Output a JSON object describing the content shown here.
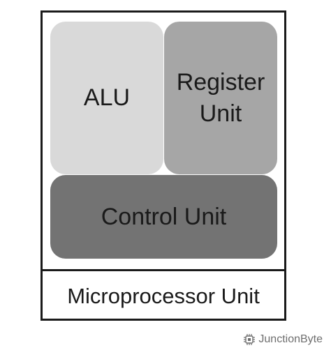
{
  "diagram": {
    "blocks": {
      "alu": "ALU",
      "register_unit_line1": "Register",
      "register_unit_line2": "Unit",
      "control_unit": "Control Unit"
    },
    "container_label": "Microprocessor Unit"
  },
  "watermark": {
    "text": "JunctionByte",
    "icon": "chip-icon"
  },
  "colors": {
    "alu": "#d9d9d9",
    "register_unit": "#a6a6a6",
    "control_unit": "#737373",
    "border": "#1a1a1a"
  }
}
